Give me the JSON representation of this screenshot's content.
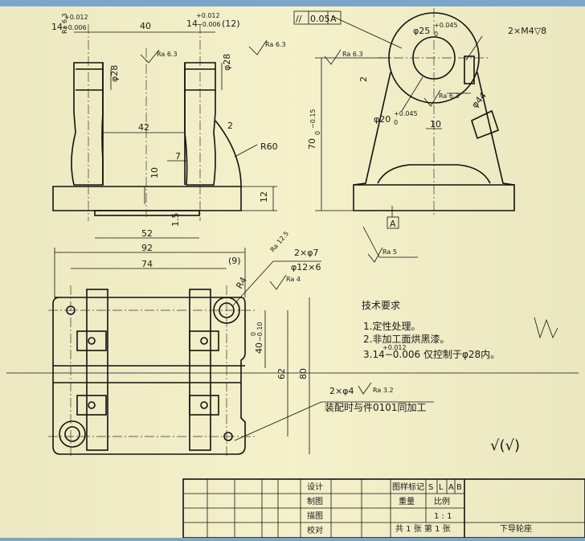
{
  "top_left_view": {
    "tol_left": {
      "nominal": "14",
      "upper": "+0.012",
      "lower": "−0.006"
    },
    "tol_right": {
      "nominal": "14",
      "upper": "+0.012",
      "lower": "−0.006",
      "suffix": "(12)"
    },
    "roughness": [
      "Ra 6.3",
      "Ra 6.3",
      "Ra 6.3"
    ],
    "dims": {
      "d40": "40",
      "phi28a": "φ28",
      "phi28b": "φ28",
      "d42": "42",
      "d2": "2",
      "d7": "7",
      "d10": "10",
      "d1_5": "1.5",
      "d12": "12",
      "d52": "52",
      "r60": "R60"
    }
  },
  "top_right_view": {
    "geometric_tol": {
      "symbol": "//",
      "value": "0.05",
      "datum": "A"
    },
    "phi25": {
      "nominal": "φ25",
      "upper": "+0.045",
      "lower": "0"
    },
    "threads": "2×M4▽8",
    "roughness": [
      "Ra 6.3",
      "Ra 6.3",
      "Ra 5"
    ],
    "phi20": {
      "nominal": "φ20",
      "upper": "+0.045",
      "lower": "0"
    },
    "dims": {
      "d2": "2",
      "d10": "10",
      "phi44": "φ44",
      "height": "70",
      "height_lower": "−0.15",
      "height_upper": "0"
    },
    "datum": "A"
  },
  "bottom_view": {
    "dims": {
      "d92": "92",
      "d74": "74",
      "d9": "(9)",
      "r4": "R4",
      "d62": "62",
      "d80": "80"
    },
    "d40": {
      "nominal": "40",
      "upper": "0",
      "lower": "−0.10"
    },
    "holes": "2×φ7",
    "counterbore": "φ12×6",
    "roughness": [
      "Ra 12.5",
      "Ra 4",
      "Ra 3.2"
    ],
    "pin_holes": "2×φ4",
    "note": "装配时与件0101同加工"
  },
  "requirements": {
    "title": "技术要求",
    "items": [
      "1.定性处理。",
      "2.非加工面烘黑漆。",
      "3.14−0.006 仅控制于φ28内。"
    ],
    "item3_upper": "+0.012"
  },
  "misc_marks": {
    "symbol_rough": "√(√)"
  },
  "title_block": {
    "rows": [
      "设计",
      "制图",
      "描图",
      "校对"
    ],
    "mark_label": "图样标记",
    "marks": [
      "S",
      "L",
      "A",
      "B"
    ],
    "weight": "重量",
    "scale_label": "比例",
    "scale": "1 : 1",
    "sheets": "共 1 张  第 1 张",
    "part_name": "下导轮座"
  }
}
